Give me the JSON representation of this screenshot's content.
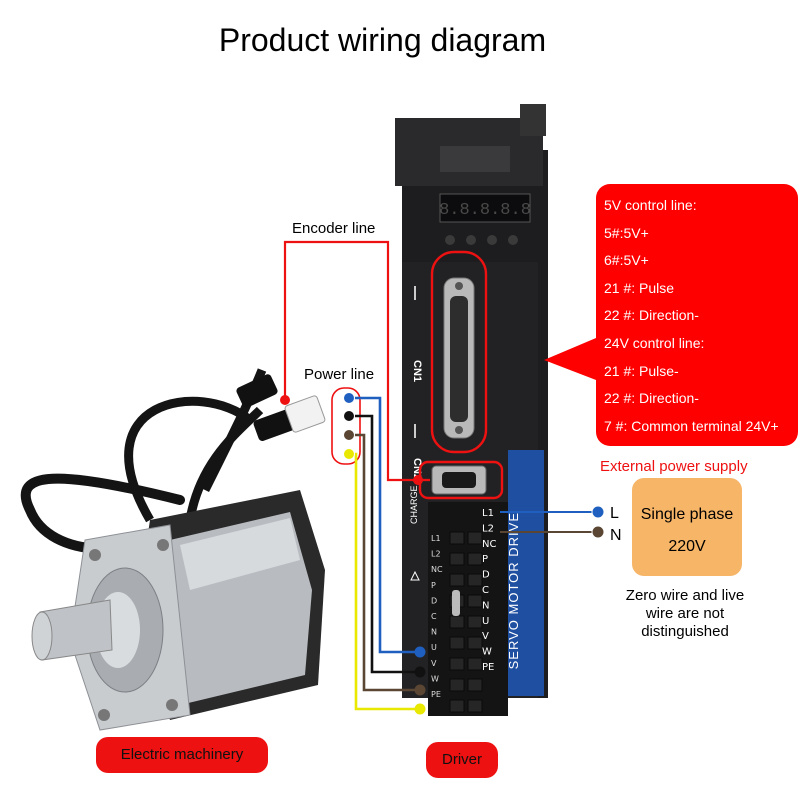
{
  "title": "Product wiring diagram",
  "labels": {
    "encoder_line": "Encoder line",
    "power_line": "Power line",
    "cn1": "CN1",
    "cn2": "CN2",
    "charge": "CHARGE",
    "brand_vertical": "SERVO MOTOR DRIVE",
    "display": "8.8.8.8.8"
  },
  "info_box": {
    "lines": [
      "5V control line:",
      "5#:5V+",
      "6#:5V+",
      "21 #: Pulse",
      "22 #: Direction-",
      "24V control line:",
      "21 #: Pulse-",
      "22 #: Direction-",
      "7 #: Common terminal 24V+"
    ]
  },
  "power_supply": {
    "heading": "External power supply",
    "box_line1": "Single phase",
    "box_line2": "220V",
    "terminal_L": "L",
    "terminal_N": "N",
    "note_lines": [
      "Zero wire and live",
      "wire are not",
      "distinguished"
    ]
  },
  "terminals_left": [
    "L1",
    "L2",
    "NC",
    "P",
    "D",
    "C",
    "N",
    "U",
    "V",
    "W",
    "PE"
  ],
  "terminals_right": [
    "L1",
    "L2",
    "NC",
    "P",
    "D",
    "C",
    "N",
    "U",
    "V",
    "W",
    "PE"
  ],
  "footer": {
    "motor_label": "Electric machinery",
    "driver_label": "Driver"
  },
  "colors": {
    "accent_red": "#ee1111",
    "info_red": "#ff0000",
    "supply_orange": "#f6b567",
    "wire_blue": "#1f5fbf",
    "wire_black": "#111111",
    "wire_brown": "#5a4632",
    "wire_yellow": "#e8e800",
    "driver_body": "#1d1d1f",
    "driver_blue": "#1f4fa0"
  }
}
